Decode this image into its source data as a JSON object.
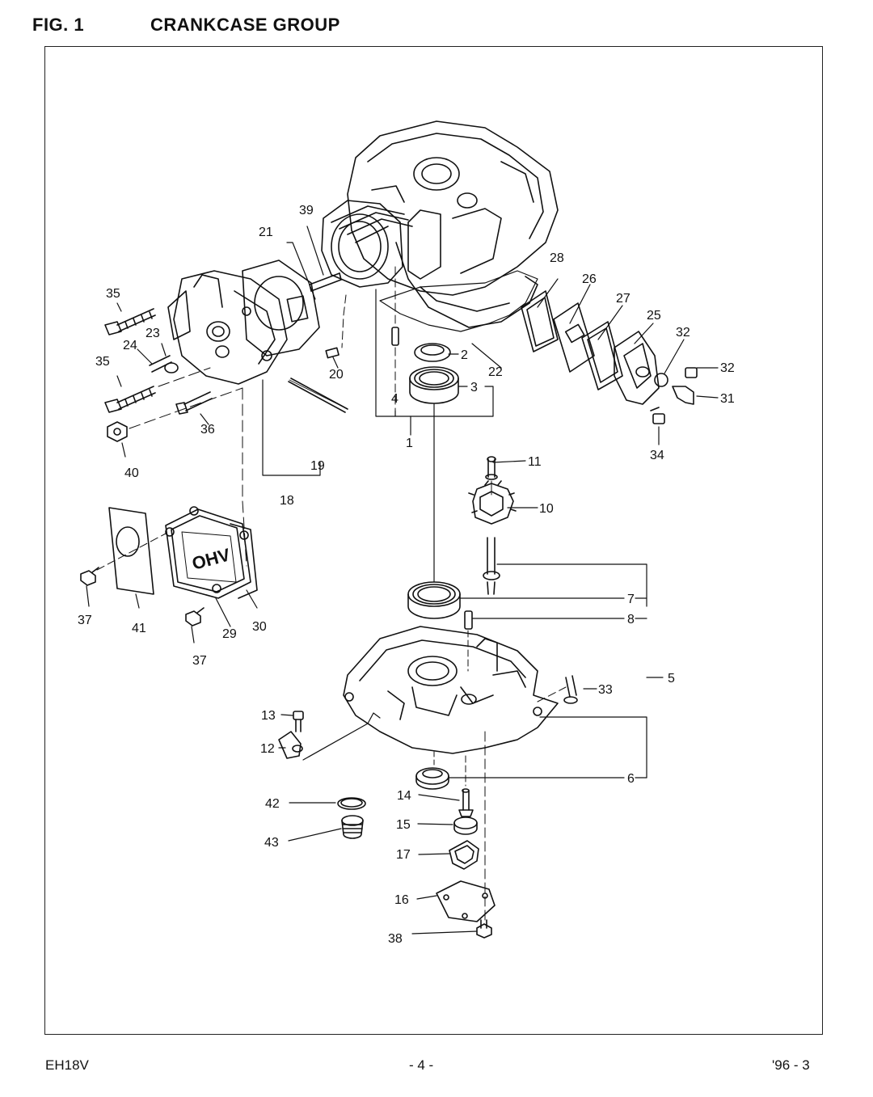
{
  "header": {
    "fig": "FIG. 1",
    "title": "CRANKCASE GROUP"
  },
  "footer": {
    "model": "EH18V",
    "page": "- 4 -",
    "date": "'96 - 3"
  },
  "callouts": {
    "n1": "1",
    "n2": "2",
    "n3": "3",
    "n4": "4",
    "n5": "5",
    "n6": "6",
    "n7": "7",
    "n8": "8",
    "n10": "10",
    "n11": "11",
    "n12": "12",
    "n13": "13",
    "n14": "14",
    "n15": "15",
    "n16": "16",
    "n17": "17",
    "n18": "18",
    "n19": "19",
    "n20": "20",
    "n21": "21",
    "n22": "22",
    "n23": "23",
    "n24": "24",
    "n25": "25",
    "n26": "26",
    "n27": "27",
    "n28": "28",
    "n29": "29",
    "n30": "30",
    "n31": "31",
    "n32a": "32",
    "n32b": "32",
    "n33": "33",
    "n34": "34",
    "n35a": "35",
    "n35b": "35",
    "n36": "36",
    "n37a": "37",
    "n37b": "37",
    "n38": "38",
    "n39": "39",
    "n40": "40",
    "n41": "41",
    "n42": "42",
    "n43": "43"
  },
  "cover_text": "OHV"
}
